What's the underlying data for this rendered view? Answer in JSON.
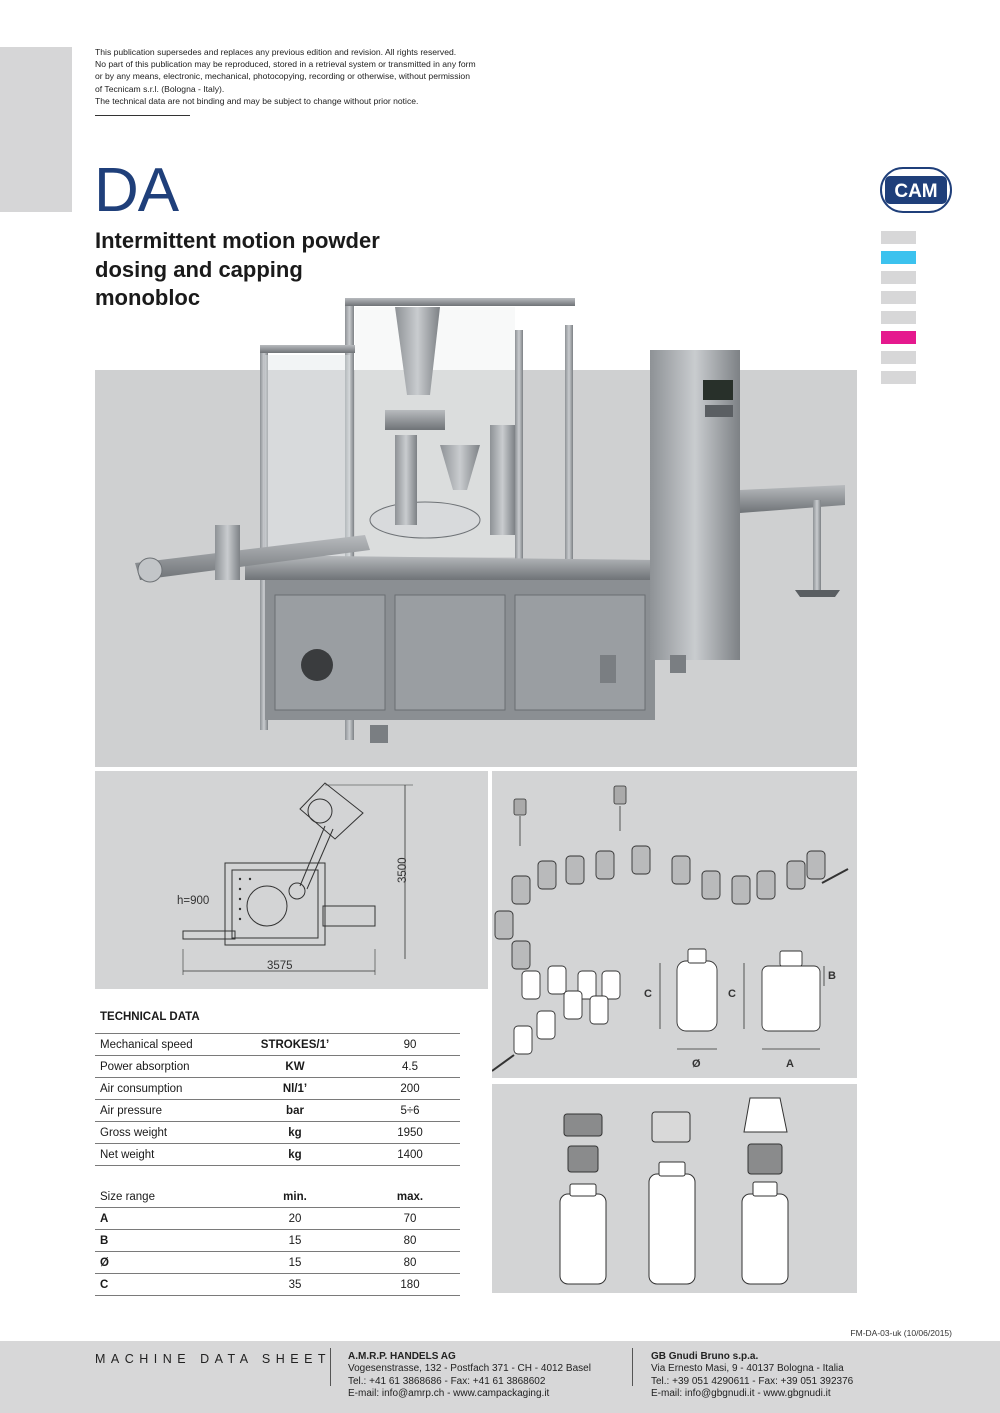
{
  "disclaimer": {
    "lines": [
      "This publication supersedes and replaces any previous edition and revision. All rights reserved.",
      "No part of this publication may be reproduced, stored in a retrieval system or transmitted in any form",
      "or by any means, electronic, mechanical, photocopying, recording or otherwise, without permission",
      "of Tecnicam s.r.l. (Bologna - Italy).",
      "The technical data are not binding and may be subject to change without prior notice."
    ]
  },
  "header": {
    "model": "DA",
    "subtitle_lines": [
      "Intermittent motion powder",
      "dosing and capping",
      "monobloc"
    ],
    "logo_text": "CAM"
  },
  "colors": {
    "brand_blue": "#1f3f7a",
    "swatch_grey": "#d7d7d8",
    "swatch_cyan": "#3cc2ee",
    "swatch_magenta": "#e5198e",
    "panel_grey": "#d3d4d5"
  },
  "swatches": [
    "grey",
    "cyan",
    "grey",
    "grey",
    "grey",
    "magenta",
    "grey",
    "grey"
  ],
  "layout_drawing": {
    "height_label": "h=900",
    "width_dim": "3575",
    "depth_dim": "3500"
  },
  "bottle_diagram": {
    "labels": {
      "c1": "C",
      "c2": "C",
      "b": "B",
      "phi": "Ø",
      "a": "A"
    }
  },
  "technical_data": {
    "title": "TECHNICAL DATA",
    "rows": [
      {
        "label": "Mechanical speed",
        "unit": "STROKES/1’",
        "value": "90"
      },
      {
        "label": "Power absorption",
        "unit": "KW",
        "value": "4.5"
      },
      {
        "label": "Air consumption",
        "unit": "Nl/1’",
        "value": "200"
      },
      {
        "label": "Air pressure",
        "unit": "bar",
        "value": "5÷6"
      },
      {
        "label": "Gross weight",
        "unit": "kg",
        "value": "1950"
      },
      {
        "label": "Net weight",
        "unit": "kg",
        "value": "1400"
      }
    ]
  },
  "size_range": {
    "header": {
      "label": "Size range",
      "min": "min.",
      "max": "max."
    },
    "rows": [
      {
        "label": "A",
        "min": "20",
        "max": "70"
      },
      {
        "label": "B",
        "min": "15",
        "max": "80"
      },
      {
        "label": "Ø",
        "min": "15",
        "max": "80"
      },
      {
        "label": "C",
        "min": "35",
        "max": "180"
      }
    ]
  },
  "footer": {
    "doc_code": "FM-DA-03-uk (10/06/2015)",
    "sheet_label": "MACHINE DATA SHEET",
    "dealer1": {
      "name": "A.M.R.P. HANDELS AG",
      "line1": "Vogesenstrasse, 132 - Postfach 371 - CH - 4012 Basel",
      "line2": "Tel.: +41 61 3868686 - Fax: +41 61 3868602",
      "line3": "E-mail: info@amrp.ch - www.campackaging.it"
    },
    "dealer2": {
      "name": "GB Gnudi Bruno s.p.a.",
      "line1": "Via Ernesto Masi, 9 - 40137 Bologna - Italia",
      "line2": "Tel.: +39 051 4290611 - Fax: +39 051 392376",
      "line3": "E-mail: info@gbgnudi.it - www.gbgnudi.it"
    }
  }
}
